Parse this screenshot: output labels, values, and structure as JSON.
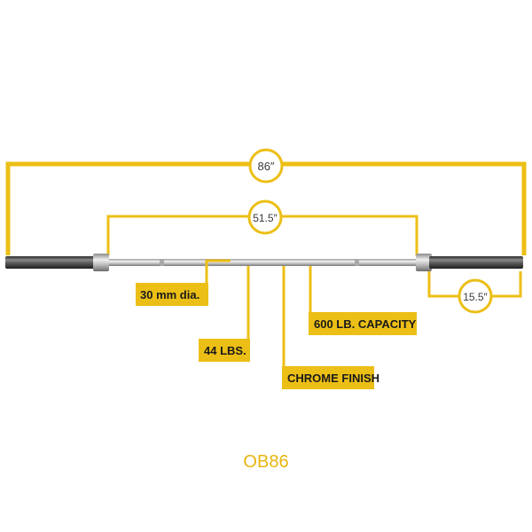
{
  "colors": {
    "accent": "#ecbf16",
    "text": "#1a1a1a",
    "model": "#e8b510"
  },
  "dimensions": {
    "total_length": "86″",
    "inner_length": "51.5″",
    "sleeve_length": "15.5″"
  },
  "callouts": {
    "diameter": "30 mm dia.",
    "weight": "44 LBS.",
    "capacity": "600 LB. CAPACITY",
    "finish": "CHROME FINISH"
  },
  "model": "OB86"
}
